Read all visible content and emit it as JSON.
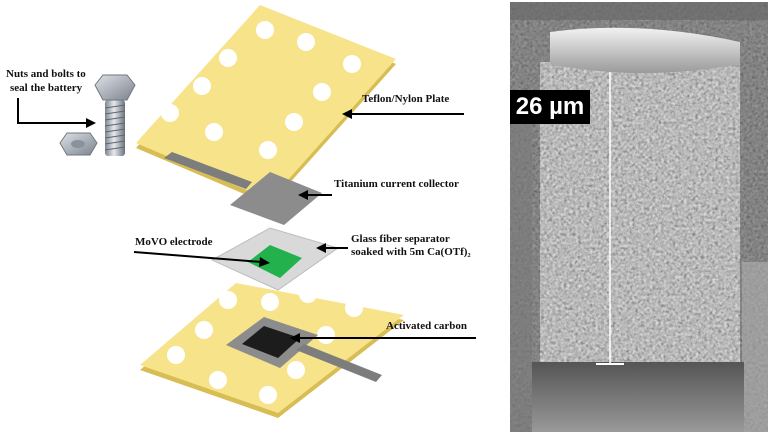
{
  "diagram": {
    "labels": {
      "nuts_bolts_line1": "Nuts and bolts to",
      "nuts_bolts_line2": "seal the battery",
      "plate": "Teflon/Nylon Plate",
      "current_collector": "Titanium current collector",
      "electrode": "MoVO electrode",
      "separator_line1": "Glass fiber separator",
      "separator_line2": "soaked with 5m Ca(OTf)₂",
      "carbon": "Activated carbon"
    },
    "colors": {
      "plate": "#f7e38a",
      "plate_edge": "#d8bd55",
      "holes": "#ffffff",
      "current_collector": "#8c8c8c",
      "separator": "#d9d9d9",
      "electrode": "#22b14c",
      "carbon": "#1c1c1c"
    }
  },
  "sem_image": {
    "scale_label": "26 µm"
  }
}
